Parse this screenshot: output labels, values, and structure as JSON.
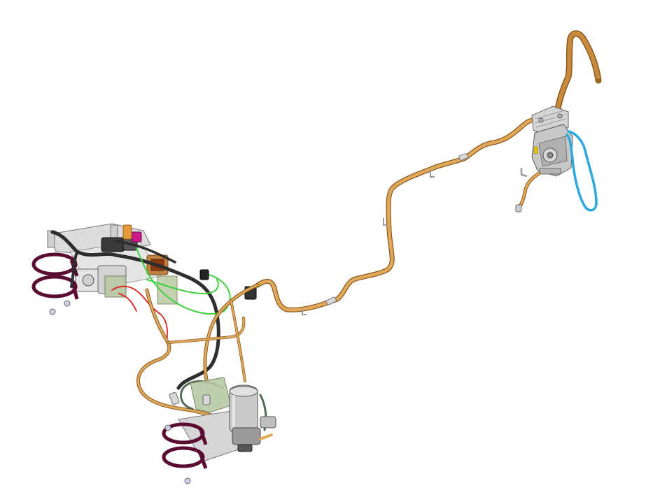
{
  "colors": {
    "pipe": "#e2a85a",
    "pipe_dark": "#9a6426",
    "copper": "#c98a3c",
    "hose_black": "#2e2e2e",
    "wire_green": "#3fd13f",
    "wire_red": "#e02020",
    "hose_blue": "#29a9e0",
    "clamp": "#5a0b32",
    "metal_light": "#d9d9d9",
    "metal_mid": "#a9a9a9",
    "bracket_green": "#b9c9a4",
    "connector_magenta": "#cc1a8a"
  },
  "components": [
    "air-compressor",
    "compressor-coolant-hose",
    "discharge-line",
    "air-dryer",
    "valve-manifold",
    "mounting-clamps",
    "wiring-harness"
  ]
}
